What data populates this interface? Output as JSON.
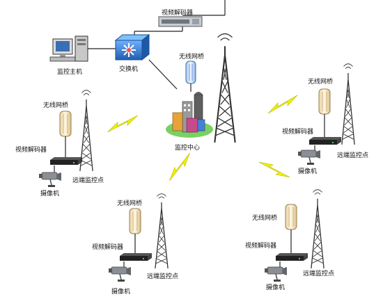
{
  "center": {
    "label": "监控中心",
    "bridge_label": "无线网桥"
  },
  "top": {
    "decoder_label": "视频解码器",
    "host_label": "监控主机",
    "switch_label": "交换机"
  },
  "sites": [
    {
      "bridge_label": "无线网桥",
      "decoder_label": "视频解码器",
      "camera_label": "摄像机",
      "remote_label": "远端监控点"
    },
    {
      "bridge_label": "无线网桥",
      "decoder_label": "视频解码器",
      "camera_label": "摄像机",
      "remote_label": "远端监控点"
    },
    {
      "bridge_label": "无线网桥",
      "decoder_label": "视频解码器",
      "camera_label": "摄像机",
      "remote_label": "远端监控点"
    },
    {
      "bridge_label": "无线网桥",
      "decoder_label": "视频解码器",
      "camera_label": "摄像机",
      "remote_label": "远端监控点"
    }
  ],
  "colors": {
    "line": "#222222",
    "lightning": "#e8e800",
    "bridge": "#f3e6c8",
    "tower": "#333333",
    "switch": "#2f7fd0"
  },
  "icons": [
    "monitor-host-icon",
    "switch-icon",
    "decoder-icon",
    "radio-tower-icon",
    "wireless-bridge-icon",
    "camera-icon",
    "building-icon",
    "lightning-icon"
  ]
}
